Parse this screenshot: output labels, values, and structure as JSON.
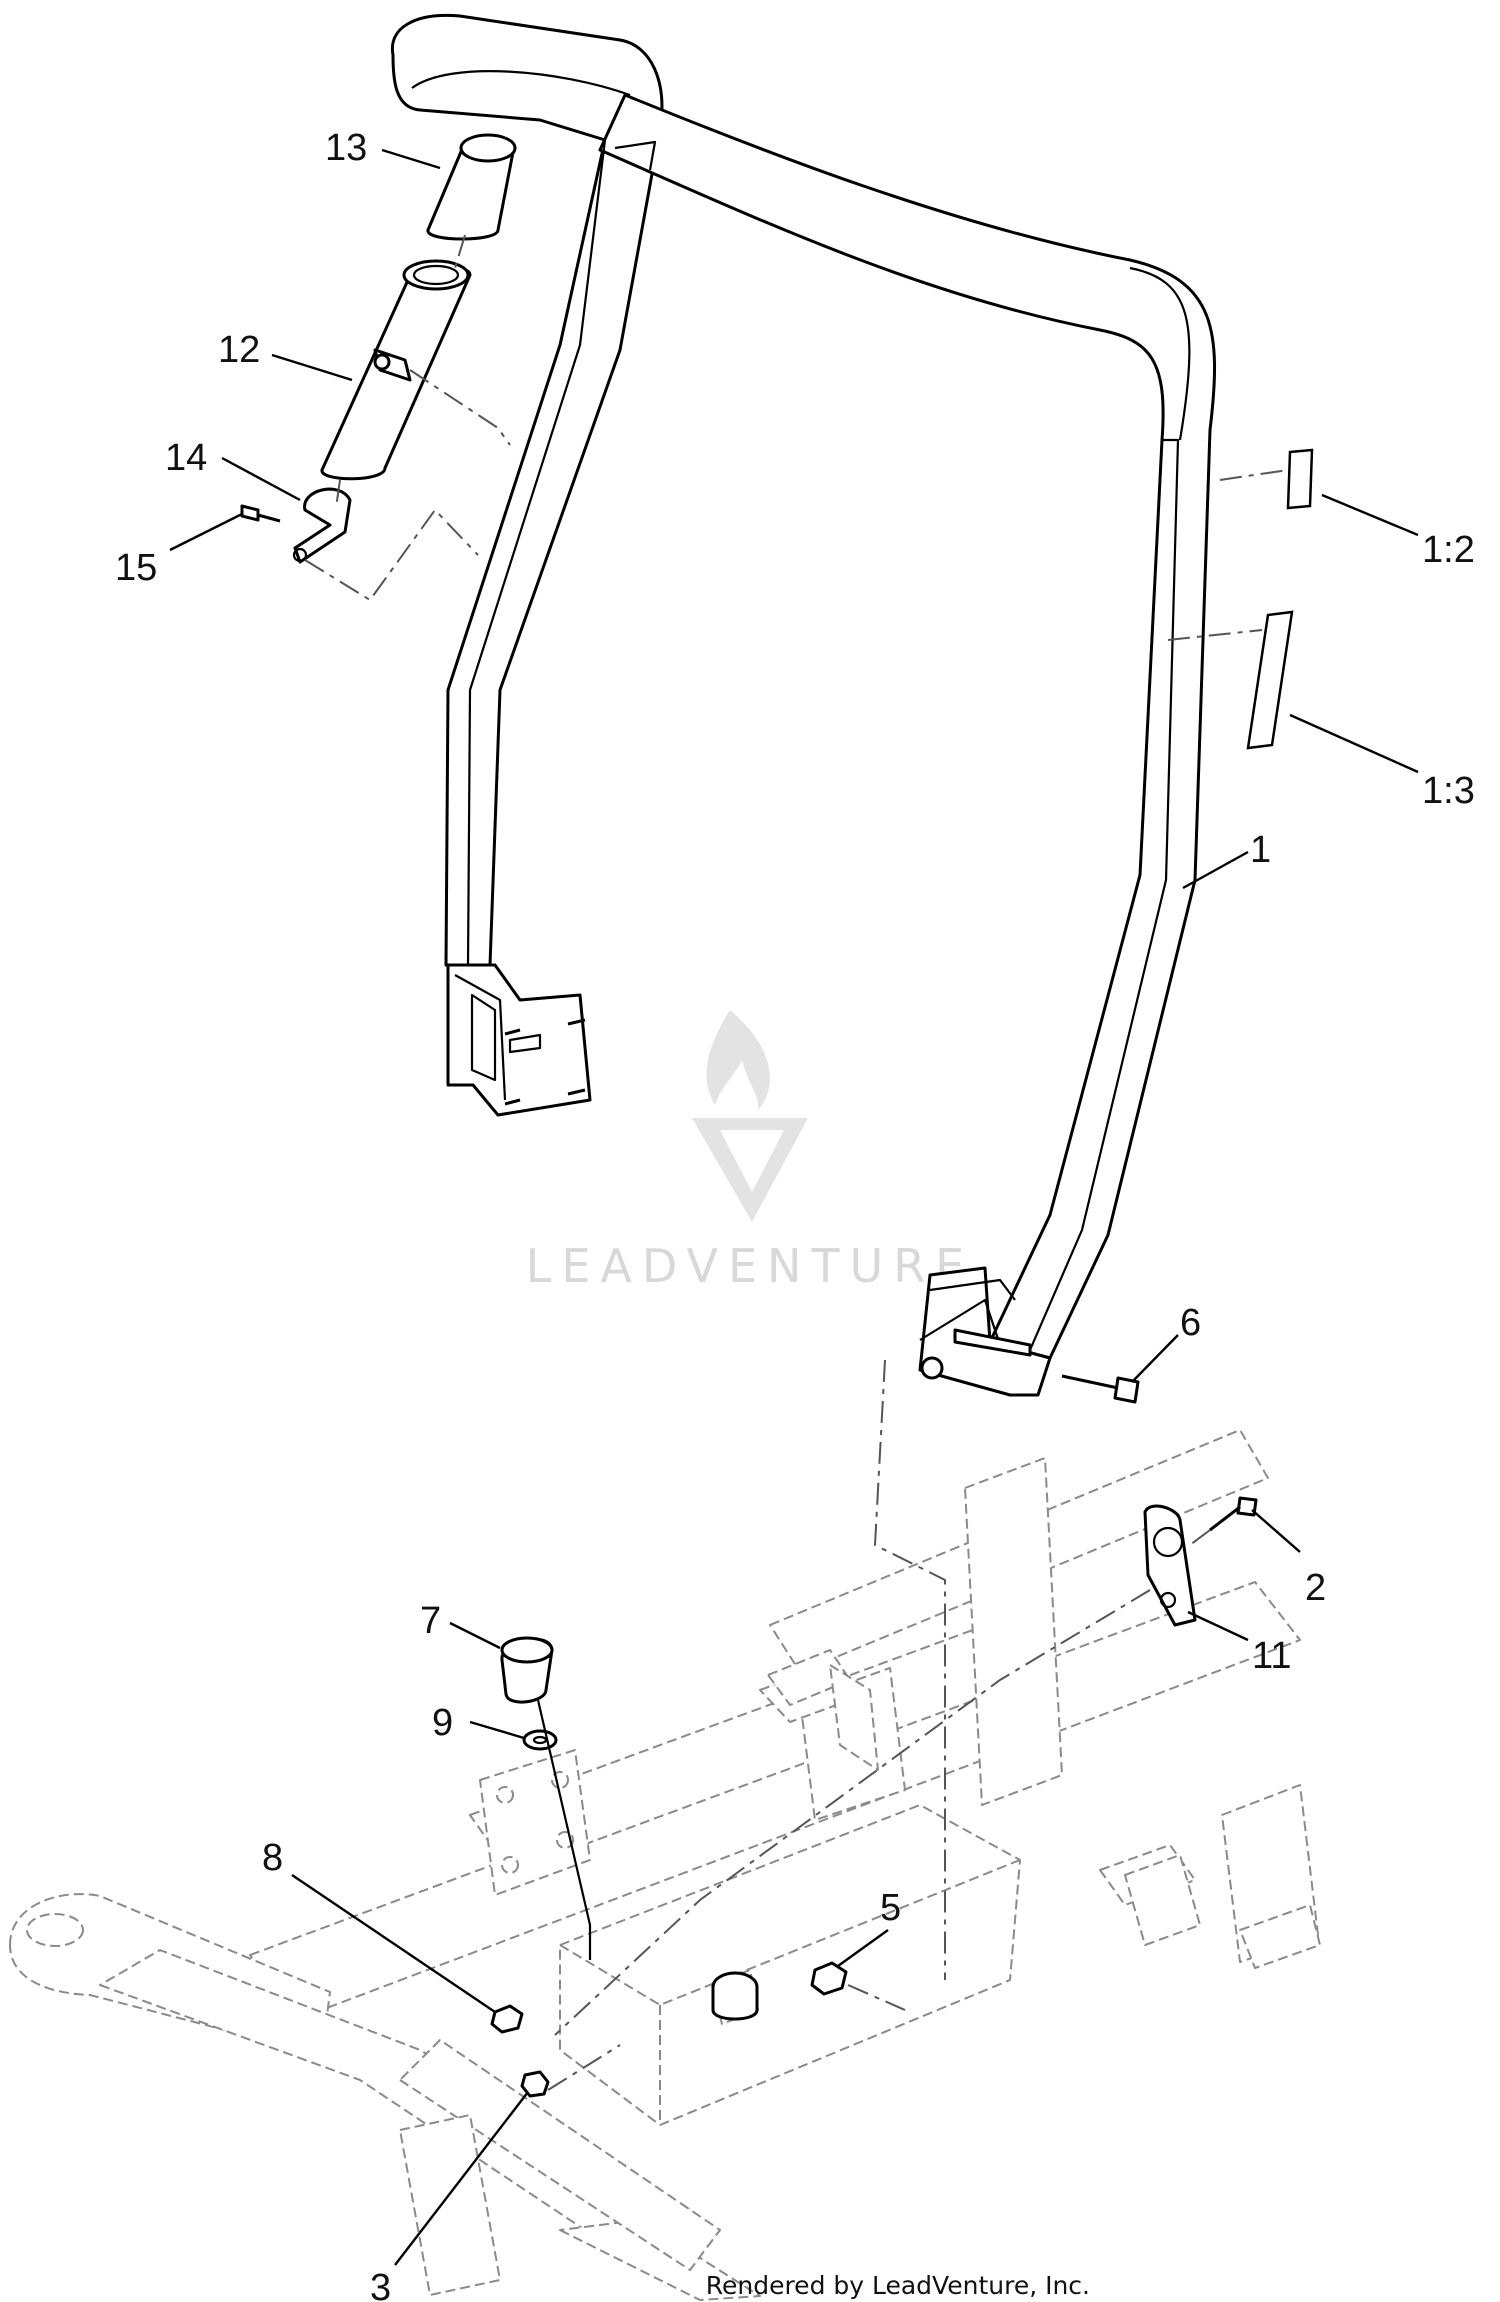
{
  "callouts": [
    {
      "id": "13",
      "label": "13"
    },
    {
      "id": "12",
      "label": "12"
    },
    {
      "id": "14",
      "label": "14"
    },
    {
      "id": "15",
      "label": "15"
    },
    {
      "id": "1-2",
      "label": "1:2"
    },
    {
      "id": "1-3",
      "label": "1:3"
    },
    {
      "id": "1",
      "label": "1"
    },
    {
      "id": "6",
      "label": "6"
    },
    {
      "id": "2",
      "label": "2"
    },
    {
      "id": "11",
      "label": "11"
    },
    {
      "id": "7",
      "label": "7"
    },
    {
      "id": "9",
      "label": "9"
    },
    {
      "id": "8",
      "label": "8"
    },
    {
      "id": "5",
      "label": "5"
    },
    {
      "id": "3",
      "label": "3"
    }
  ],
  "watermark": {
    "text": "LEADVENTURE"
  },
  "credit": {
    "text": "Rendered by LeadVenture, Inc."
  }
}
